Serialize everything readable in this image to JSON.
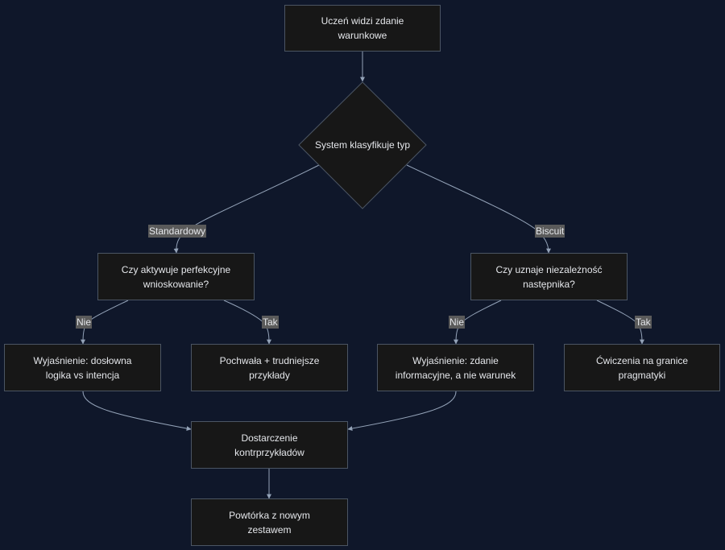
{
  "nodes": {
    "start": "Uczeń widzi zdanie\nwarunkowe",
    "decision": "System klasyfikuje typ",
    "q_standard": "Czy aktywuje perfekcyjne\nwnioskowanie?",
    "q_biscuit": "Czy uznaje niezależność\nnastępnika?",
    "explain_literal": "Wyjaśnienie: dosłowna\nlogika vs intencja",
    "praise": "Pochwała + trudniejsze\nprzykłady",
    "explain_info": "Wyjaśnienie: zdanie\ninformacyjne, a nie warunek",
    "exercises": "Ćwiczenia na granice\npragmatyki",
    "counterexamples": "Dostarczenie\nkontrprzykładów",
    "review": "Powtórka z nowym\nzestawem"
  },
  "edge_labels": {
    "standard": "Standardowy",
    "biscuit": "Biscuit",
    "std_no": "Nie",
    "std_yes": "Tak",
    "bis_no": "Nie",
    "bis_yes": "Tak"
  },
  "colors": {
    "background": "#0f172a",
    "node_fill": "#171717",
    "node_border": "#4b5563",
    "edge": "#94a3b8",
    "label_bg": "#5a5a5a",
    "text": "#e5e7eb"
  }
}
